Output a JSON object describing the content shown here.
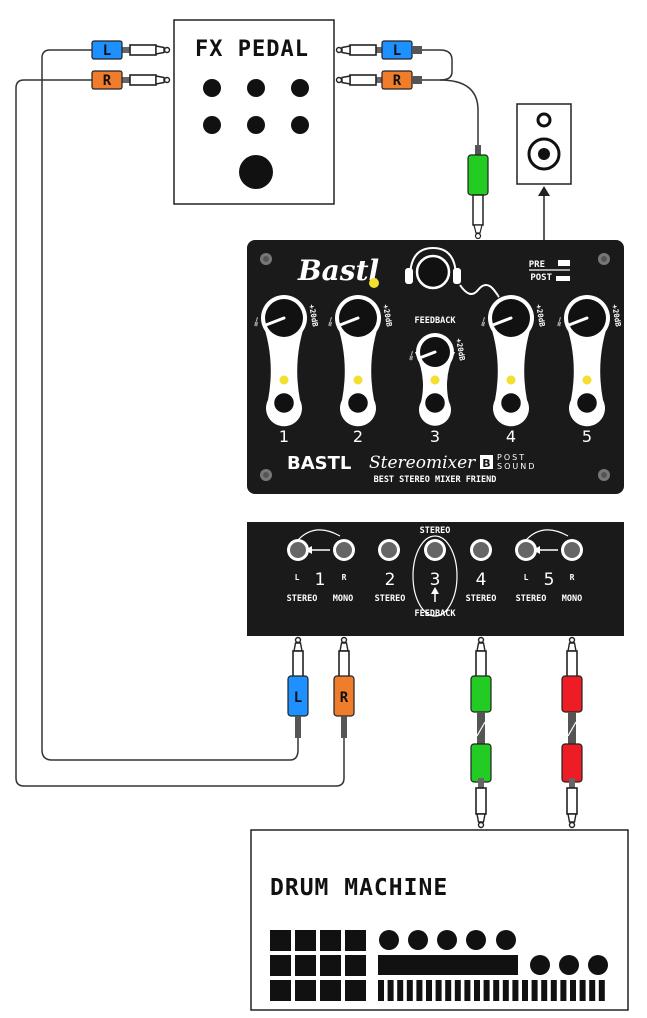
{
  "fx_pedal": {
    "title": "FX PEDAL"
  },
  "speaker": {
    "icon": "speaker-icon"
  },
  "mixer": {
    "logo_text": "Bastl",
    "pre_label": "PRE",
    "post_label": "POST",
    "feedback_label": "FEEDBACK",
    "channel_numbers": [
      "1",
      "2",
      "3",
      "4",
      "5"
    ],
    "knob_min_label": "∞−",
    "knob_max_label": "+20dB",
    "brand": "BASTL",
    "product_script": "Stereomixer",
    "badge": "B",
    "post_sound_1": "POST",
    "post_sound_2": "SOUND",
    "tagline": "BEST STEREO MIXER FRIEND"
  },
  "backpanel": {
    "stereo_top": "STEREO",
    "labels": {
      "l": "L",
      "r": "R",
      "n1": "1",
      "n2": "2",
      "n3": "3",
      "n4": "4",
      "n5": "5",
      "stereo_1": "STEREO",
      "mono_1": "MONO",
      "stereo_2": "STEREO",
      "stereo_4": "STEREO",
      "stereo_5": "STEREO",
      "mono_5": "MONO",
      "feedback": "FEEDBACK"
    }
  },
  "plugs": {
    "left": "L",
    "right": "R"
  },
  "drum_machine": {
    "title": "DRUM MACHINE"
  },
  "colors": {
    "panel": "#1a1a1a",
    "blue": "#1e90ff",
    "orange": "#f07d2c",
    "green": "#22cc22",
    "red": "#ee1c25",
    "led": "#f3df2d"
  }
}
